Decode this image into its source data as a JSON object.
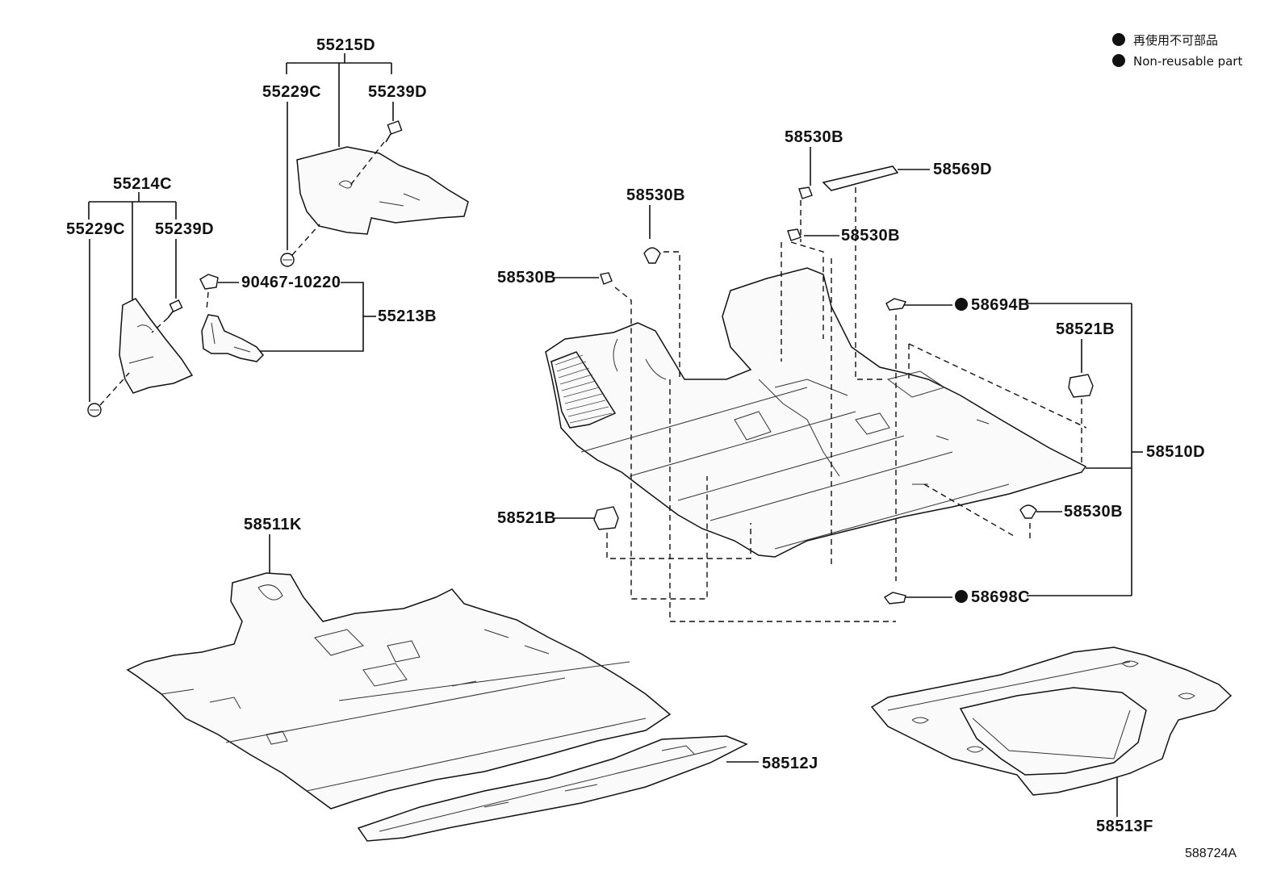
{
  "legend": {
    "line1": "再使用不可部品",
    "line2": "Non-reusable part"
  },
  "diagram_code": "588724A",
  "parts": {
    "p55215D": "55215D",
    "p55229C_a": "55229C",
    "p55239D_a": "55239D",
    "p55214C": "55214C",
    "p55229C_b": "55229C",
    "p55239D_b": "55239D",
    "p90467": "90467-10220",
    "p55213B": "55213B",
    "p58530B_a": "58530B",
    "p58569D": "58569D",
    "p58530B_b": "58530B",
    "p58530B_c": "58530B",
    "p58530B_d": "58530B",
    "p58694B": "58694B",
    "p58521B_a": "58521B",
    "p58510D": "58510D",
    "p58521B_b": "58521B",
    "p58530B_e": "58530B",
    "p58698C": "58698C",
    "p58511K": "58511K",
    "p58512J": "58512J",
    "p58513F": "58513F"
  }
}
